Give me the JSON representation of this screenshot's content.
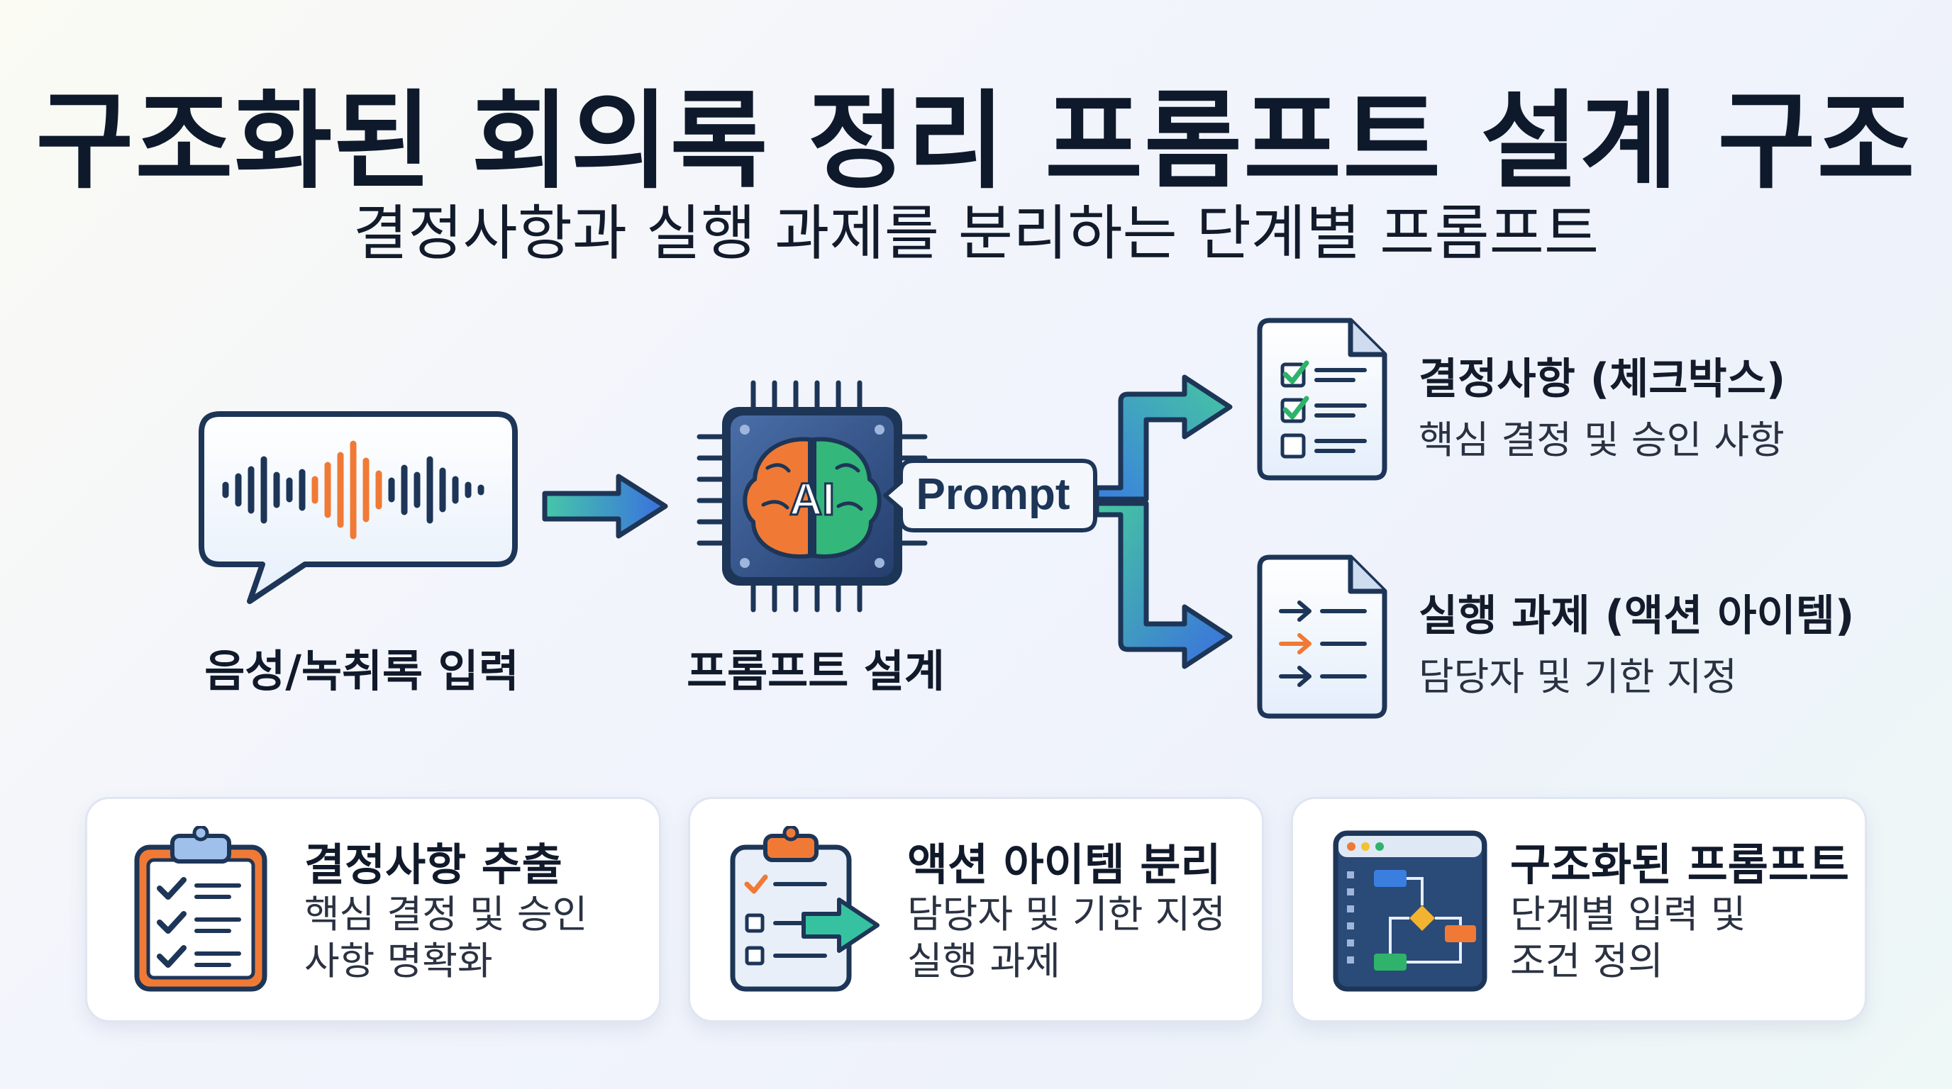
{
  "header": {
    "title": "구조화된 회의록 정리 프롬프트 설계 구조",
    "subtitle": "결정사항과 실행 과제를 분리하는 단계별 프롬프트"
  },
  "flow": {
    "input_label": "음성/녹취록 입력",
    "design_label": "프롬프트 설계",
    "chip_ai": "AI",
    "prompt_tag": "Prompt"
  },
  "outputs": [
    {
      "title": "결정사항 (체크박스)",
      "desc": "핵심 결정 및 승인 사항"
    },
    {
      "title": "실행 과제 (액션 아이템)",
      "desc": "담당자 및 기한 지정"
    }
  ],
  "cards": [
    {
      "title": "결정사항 추출",
      "lines": [
        "핵심 결정 및 승인",
        "사항 명확화"
      ]
    },
    {
      "title": "액션 아이템 분리",
      "lines": [
        "담당자 및 기한 지정",
        "실행 과제"
      ]
    },
    {
      "title": "구조화된 프롬프트",
      "lines": [
        "단계별 입력 및",
        "조건 정의"
      ]
    }
  ],
  "colors": {
    "navy": "#1d3557",
    "orange": "#f07a35",
    "green": "#2fb36a",
    "blue": "#3a7fe0",
    "teal": "#36c2a0"
  }
}
